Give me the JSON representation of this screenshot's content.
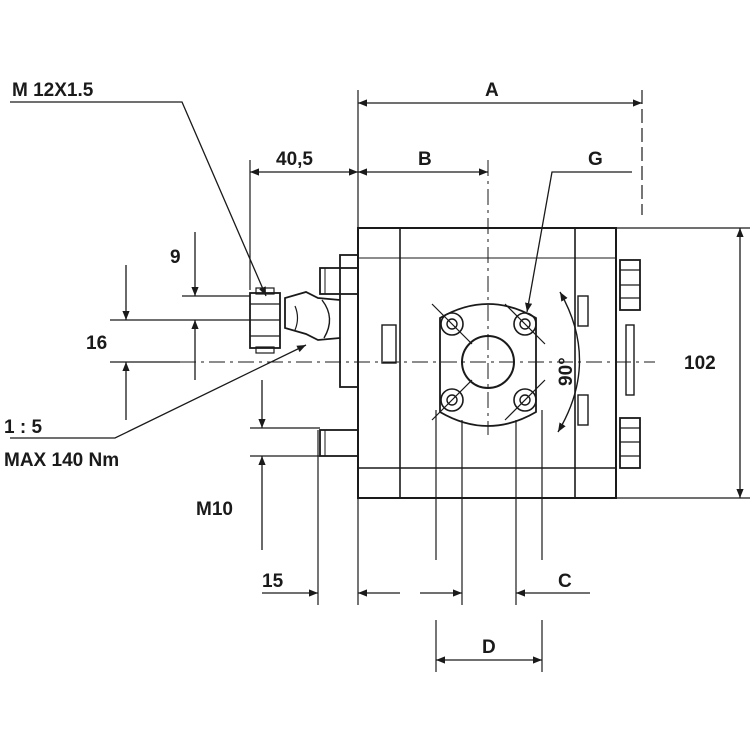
{
  "labels": {
    "thread": "M 12X1.5",
    "dim_a": "A",
    "dim_b": "B",
    "dim_40": "40,5",
    "dim_g": "G",
    "dim_9": "9",
    "dim_16": "16",
    "dim_102": "102",
    "angle": "90°",
    "ratio": "1 : 5",
    "torque": "MAX 140 Nm",
    "m10": "M10",
    "dim_15": "15",
    "dim_c": "C",
    "dim_d": "D"
  },
  "colors": {
    "ink": "#1a1a1a",
    "background": "#ffffff"
  }
}
